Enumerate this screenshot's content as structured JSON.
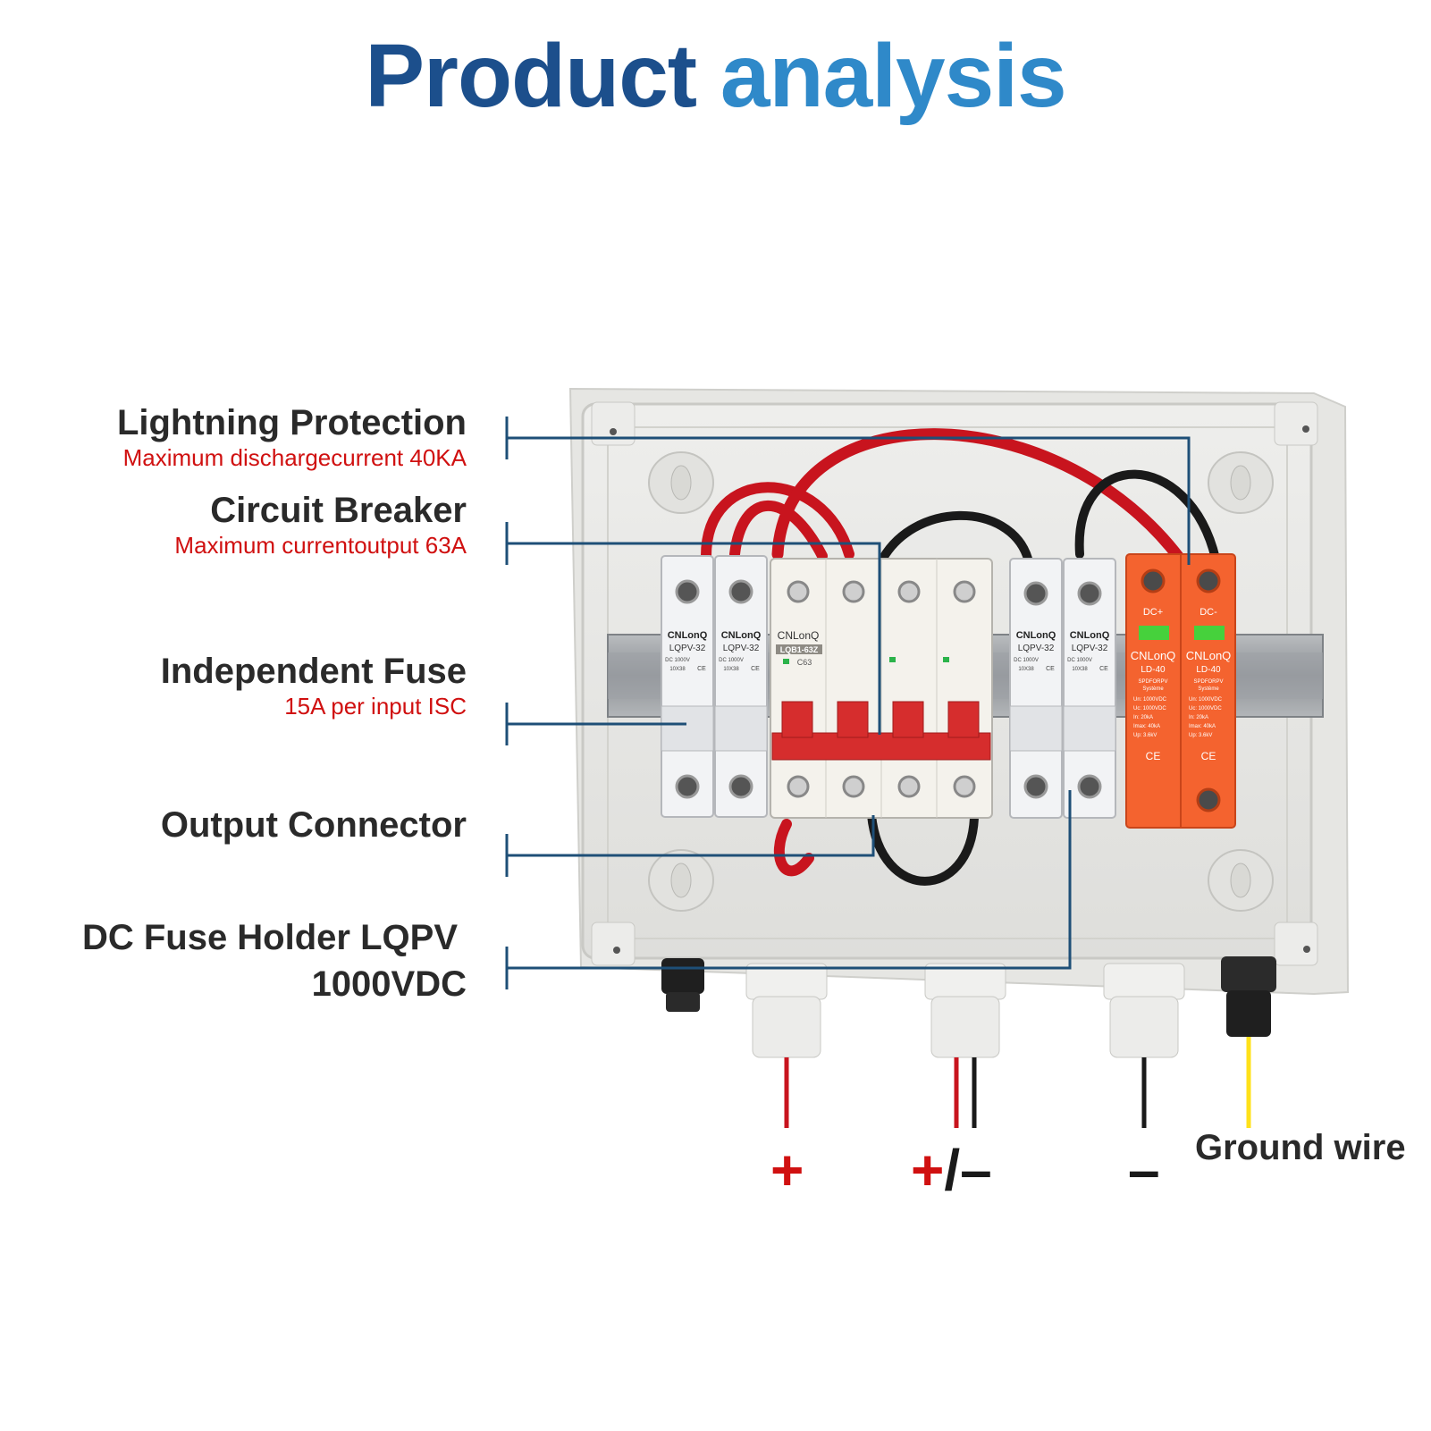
{
  "title": {
    "word1": "Product",
    "word2": "analysis"
  },
  "colors": {
    "title_dark": "#1c4f8c",
    "title_light": "#2f89c9",
    "callout_line": "#1e4f77",
    "spec_red": "#d01010",
    "spd_orange": "#f4632f",
    "wire_red": "#c8141e",
    "wire_black": "#1a1a1a",
    "wire_yellow": "#ffe11a"
  },
  "callouts": [
    {
      "heading": "Lightning Protection",
      "detail": "Maximum dischargecurrent 40KA"
    },
    {
      "heading": "Circuit Breaker",
      "detail": "Maximum currentoutput 63A"
    },
    {
      "heading": "Independent Fuse",
      "detail": "15A per input ISC"
    },
    {
      "heading": "Output Connector",
      "detail": ""
    },
    {
      "heading": "DC Fuse Holder LQPV",
      "detail": "1000VDC"
    }
  ],
  "device": {
    "fuse": {
      "brand": "CNLonQ",
      "model": "LQPV-32",
      "rating": "DC 1000V",
      "size": "10X38",
      "mark": "CE"
    },
    "breaker": {
      "brand": "CNLonQ",
      "model": "LQB1-63Z",
      "rating": "C63"
    },
    "spd": {
      "brand": "CNLonQ",
      "model": "LD-40",
      "pos": "DC+",
      "neg": "DC-",
      "sub": "SPDFORPV",
      "sub2": "Système",
      "specs": [
        "Un: 1000VDC",
        "Uc: 1000VDC",
        "In: 20kA",
        "Imax: 40kA",
        "Up: 3.6kV"
      ],
      "mark": "CE"
    }
  },
  "terminals": {
    "plus": "+",
    "plus_minus_plus": "+",
    "plus_minus_slash": "/",
    "plus_minus_minus": "–",
    "minus": "–",
    "ground": "Ground wire"
  }
}
